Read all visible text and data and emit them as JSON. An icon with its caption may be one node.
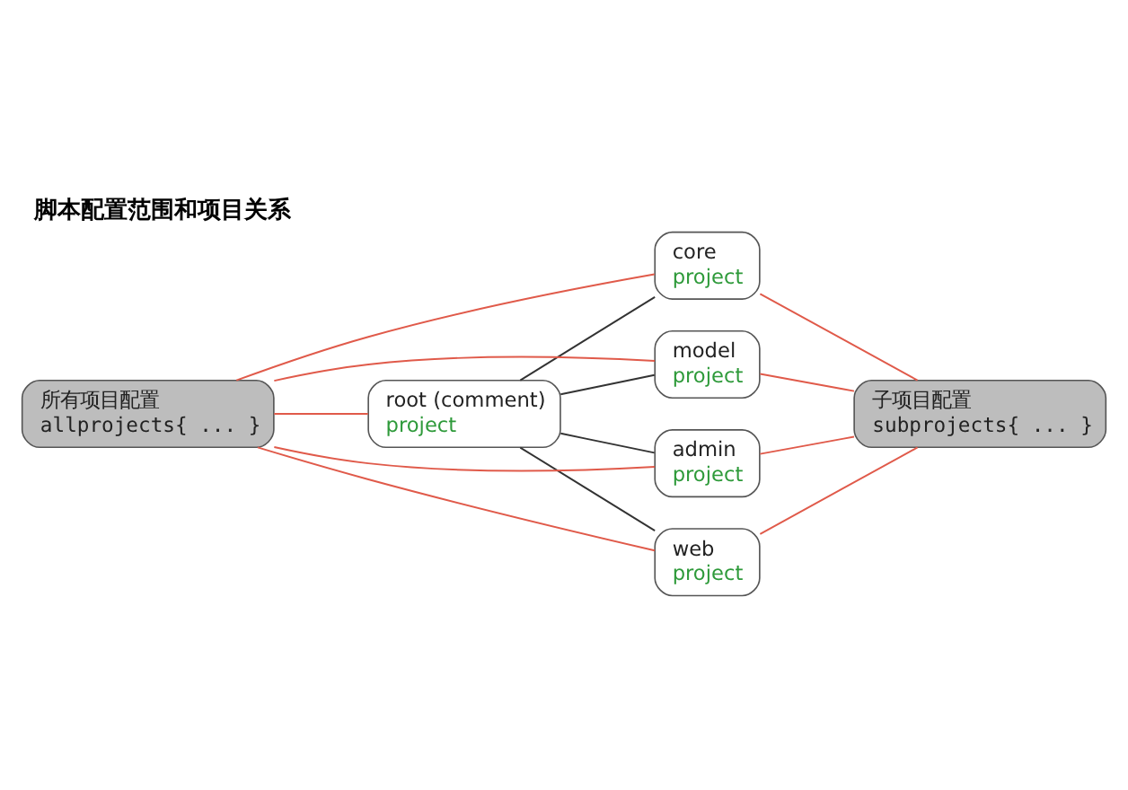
{
  "diagram": {
    "title": "脚本配置范围和项目关系",
    "nodes": [
      {
        "text": [
          "root (comment)",
          "project"
        ]
      },
      {
        "text": [
          "core",
          "project"
        ]
      },
      {
        "text": [
          "model",
          "project"
        ]
      },
      {
        "text": [
          "admin",
          "project"
        ]
      },
      {
        "text": [
          "web",
          "project"
        ]
      },
      {
        "text": [
          "所有项目配置",
          "allprojects{ ... }"
        ]
      },
      {
        "text": [
          "子项目配置",
          "subprojects{ ... }"
        ]
      }
    ],
    "edges": [
      {
        "from": 0,
        "to": 1,
        "arrow": "none",
        "color": "#333333"
      },
      {
        "from": 0,
        "to": 2,
        "arrow": "none",
        "color": "#333333"
      },
      {
        "from": 0,
        "to": 3,
        "arrow": "none",
        "color": "#333333"
      },
      {
        "from": 0,
        "to": 4,
        "arrow": "none",
        "color": "#333333"
      },
      {
        "from": 5,
        "to": 0,
        "arrow": "none"
      },
      {
        "from": 5,
        "to": 1,
        "arrow": "none"
      },
      {
        "from": 5,
        "to": 2,
        "arrow": "none"
      },
      {
        "from": 5,
        "to": 3,
        "arrow": "none"
      },
      {
        "from": 5,
        "to": 4,
        "arrow": "none"
      },
      {
        "from": 1,
        "to": 6,
        "arrow": "none"
      },
      {
        "from": 2,
        "to": 6,
        "arrow": "none"
      },
      {
        "from": 3,
        "to": 6,
        "arrow": "none"
      },
      {
        "from": 4,
        "to": 6,
        "arrow": "none"
      }
    ]
  }
}
